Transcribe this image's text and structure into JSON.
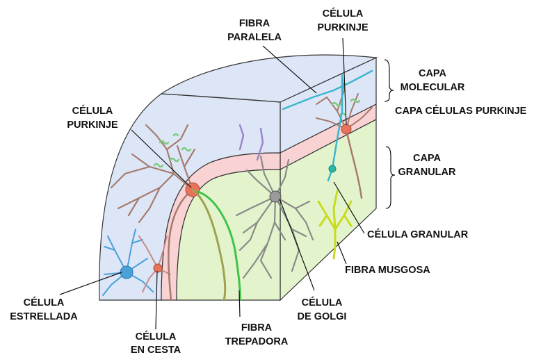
{
  "labels": {
    "fibra_paralela": [
      "FIBRA",
      "PARALELA"
    ],
    "celula_purkinje_top": [
      "CÉLULA",
      "PURKINJE"
    ],
    "celula_purkinje_left": [
      "CÉLULA",
      "PURKINJE"
    ],
    "capa_molecular": [
      "CAPA",
      "MOLECULAR"
    ],
    "capa_celulas_purkinje": "CAPA CÉLULAS PURKINJE",
    "capa_granular": [
      "CAPA",
      "GRANULAR"
    ],
    "celula_granular": "CÉLULA GRANULAR",
    "fibra_musgosa": "FIBRA MUSGOSA",
    "celula_golgi": [
      "CÉLULA",
      "DE GOLGI"
    ],
    "fibra_trepadora": [
      "FIBRA",
      "TREPADORA"
    ],
    "celula_en_cesta": [
      "CÉLULA",
      "EN CESTA"
    ],
    "celula_estrellada": [
      "CÉLULA",
      "ESTRELLADA"
    ]
  },
  "colors": {
    "molecular_layer": "#dde6f7",
    "purkinje_layer": "#f9d2d4",
    "granular_layer": "#e3f4cc",
    "outline": "#333333",
    "purkinje_cell": "#a57b6d",
    "purkinje_soma": "#e8735a",
    "spines": "#7fc97f",
    "parallel_fiber": "#3cb6cc",
    "stellate_cell": "#4aa0d8",
    "golgi_cell": "#8a8a8a",
    "granule_cell": "#2ab5a5",
    "mossy_fiber": "#c8dc1e",
    "climbing_fiber": "#3ec34a",
    "basket_cell": "#c58a85",
    "purple_dendrite": "#9c86c8"
  }
}
